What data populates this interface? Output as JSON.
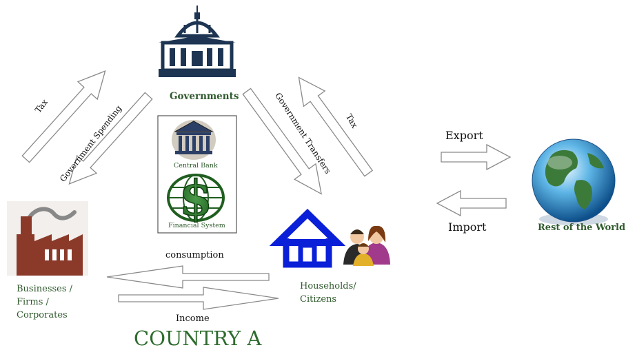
{
  "entities": {
    "governments": "Governments",
    "central_bank": "Central Bank",
    "financial_system": "Financial System",
    "businesses": [
      "Businesses /",
      "Firms /",
      "Corporates"
    ],
    "households": [
      "Households/",
      "Citizens"
    ],
    "rest_of_world": "Rest of the World"
  },
  "flows": {
    "tax_left": "Tax",
    "government_spending": "Government Spending",
    "government_transfers": "Government Transfers",
    "tax_right": "Tax",
    "consumption": "consumption",
    "income": "Income",
    "export": "Export",
    "import": "Import"
  },
  "country_label": "COUNTRY A",
  "icons": {
    "government": "capitol-building-icon",
    "central_bank": "bank-building-icon",
    "financial_system": "dollar-globe-icon",
    "businesses": "factory-icon",
    "households": "house-icon",
    "family": "family-icon",
    "world": "globe-icon"
  },
  "colors": {
    "label_green": "#2f5a2c",
    "arrow_outline": "#888888",
    "house_blue": "#0a1fd8",
    "factory_brown": "#8b3a2a",
    "country_green": "#2e6b2e"
  }
}
